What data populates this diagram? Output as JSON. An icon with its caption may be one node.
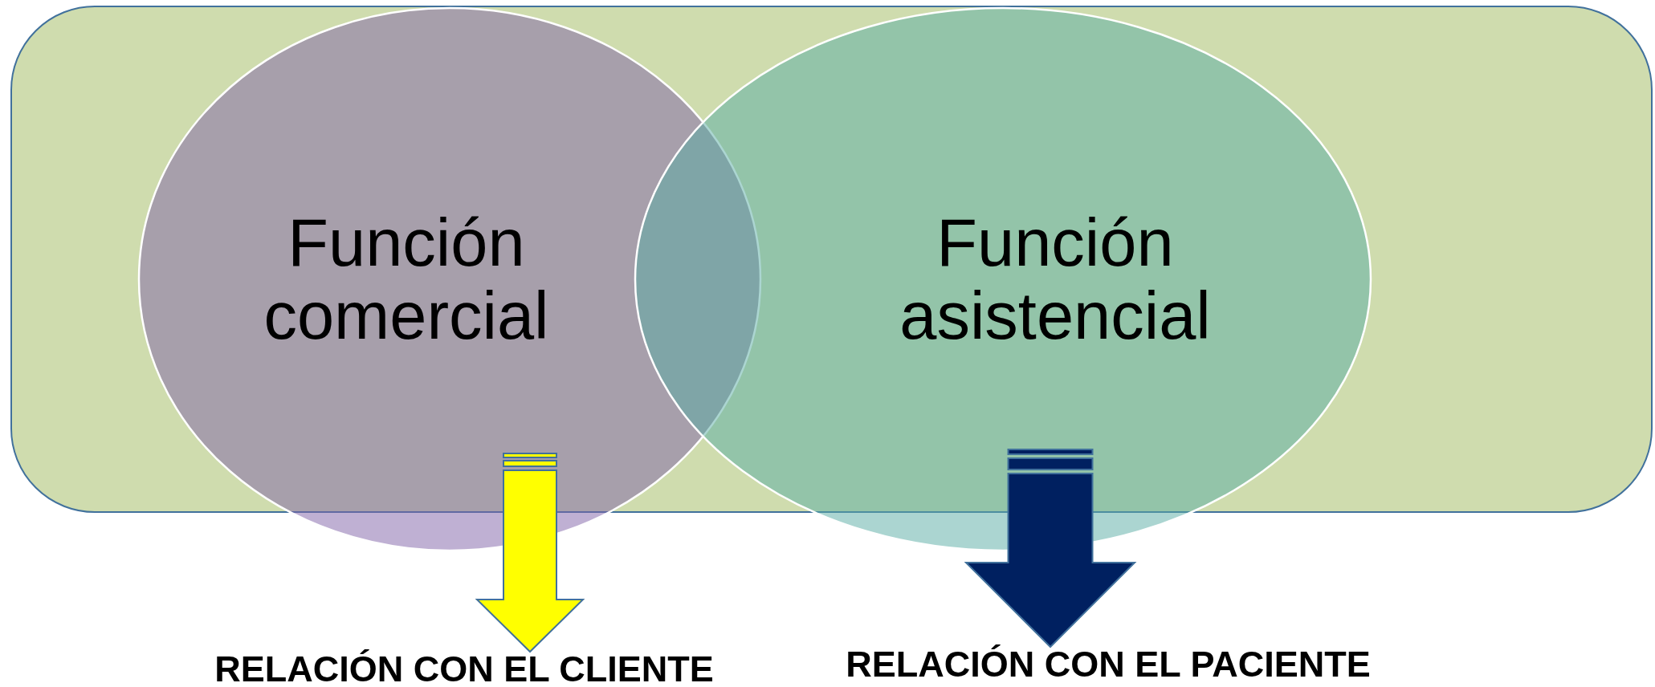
{
  "diagram": {
    "nodes": [
      {
        "text": [],
        "shape": "box"
      },
      {
        "text": [
          "Función comercial"
        ]
      },
      {
        "text": [
          "Función asistencial"
        ]
      },
      {
        "text": [
          "RELACIÓN CON EL CLIENTE"
        ]
      },
      {
        "text": [
          "RELACIÓN CON EL PACIENTE"
        ]
      }
    ],
    "edges": [
      {
        "from": 1,
        "to": 3,
        "arrow": "to",
        "style": "thick",
        "color": "#ffff00"
      },
      {
        "from": 2,
        "to": 4,
        "arrow": "to",
        "style": "thick",
        "color": "#002060"
      }
    ]
  }
}
